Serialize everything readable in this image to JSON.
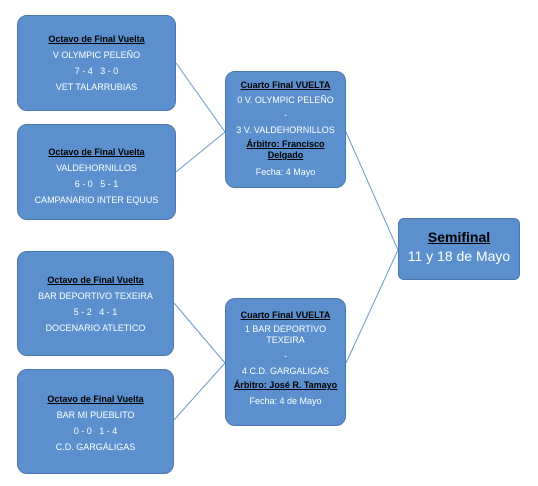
{
  "octavos": [
    {
      "title": "Octavo de Final Vuelta",
      "team1": "V OLYMPIC PELEÑO",
      "score": "7 - 4   3 - 0",
      "team2": "VET TALARRUBIAS"
    },
    {
      "title": "Octavo de Final Vuelta",
      "team1": "VALDEHORNILLOS",
      "score": "6 - 0   5 - 1",
      "team2": "CAMPANARIO INTER EQUUS"
    },
    {
      "title": "Octavo de Final Vuelta",
      "team1": "BAR DEPORTIVO TEXEIRA",
      "score": "5 - 2   4 - 1",
      "team2": "DOCENARIO ATLETICO"
    },
    {
      "title": "Octavo de Final Vuelta",
      "team1": "BAR MI PUEBLITO",
      "score": "0 - 0   1 - 4",
      "team2": "C.D. GARGÁLIGAS"
    }
  ],
  "cuartos": [
    {
      "title": "Cuarto Final VUELTA",
      "team1": "0 V. OLYMPIC PELEÑO",
      "sep": "-",
      "team2": "3 V. VALDEHORNILLOS",
      "referee": "Árbitro:  Francisco Delgado",
      "date": "Fecha: 4 Mayo"
    },
    {
      "title": "Cuarto Final VUELTA",
      "team1": "1 BAR DEPORTIVO TEXEIRA",
      "sep": "-",
      "team2": "4 C.D. GARGALIGAS",
      "referee": "Árbitro: José R. Tamayo",
      "date": "Fecha: 4 de Mayo"
    }
  ],
  "semifinal": {
    "title": "Semifinal",
    "dates": "11 y 18 de Mayo"
  },
  "colors": {
    "box_fill": "#5b8fcd",
    "box_border": "#4a78b0",
    "connector": "#6a9bd0"
  }
}
